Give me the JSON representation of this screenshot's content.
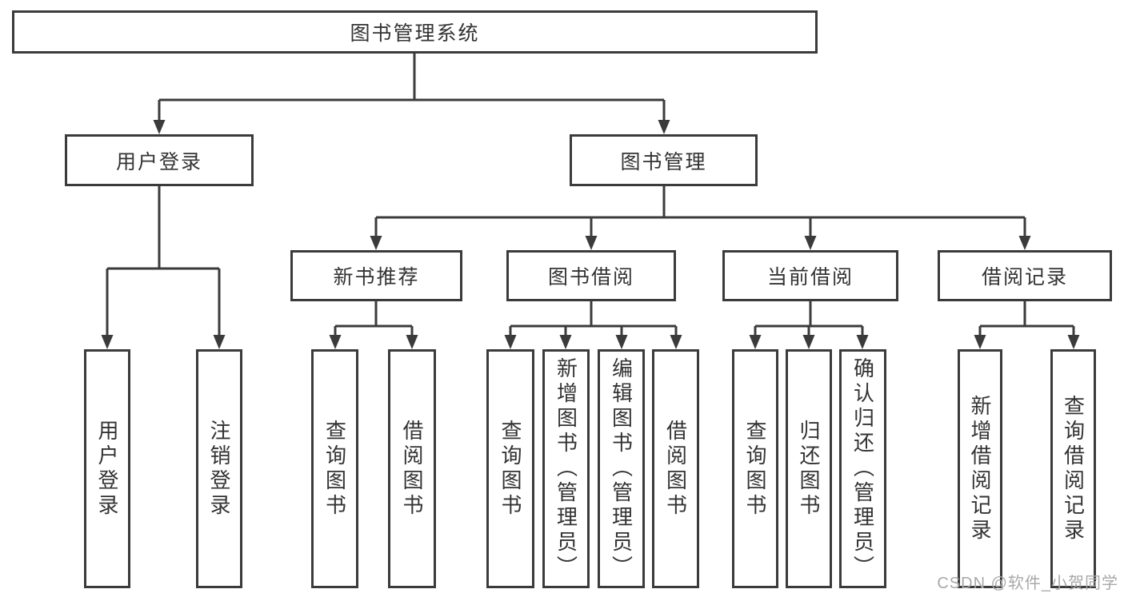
{
  "title": "图书管理系统",
  "watermark": "CSDN @软件_小贺同学",
  "nodes": {
    "root": "图书管理系统",
    "user_login": "用户登录",
    "book_mgmt": "图书管理",
    "new_book_rec": "新书推荐",
    "book_borrow": "图书借阅",
    "current_borrow": "当前借阅",
    "borrow_records": "借阅记录",
    "leaf_user_login": "用户登录",
    "leaf_logout": "注销登录",
    "leaf_query_book_rec": "查询图书",
    "leaf_borrow_book_rec": "借阅图书",
    "leaf_query_book_borrow": "查询图书",
    "leaf_add_book_admin": "新增图书（管理员）",
    "leaf_edit_book_admin": "编辑图书（管理员）",
    "leaf_borrow_book_borrow": "借阅图书",
    "leaf_query_book_current": "查询图书",
    "leaf_return_book": "归还图书",
    "leaf_confirm_return_admin": "确认归还（管理员）",
    "leaf_add_borrow_record": "新增借阅记录",
    "leaf_query_borrow_record": "查询借阅记录"
  },
  "hierarchy": {
    "图书管理系统": {
      "用户登录": [
        "用户登录",
        "注销登录"
      ],
      "图书管理": {
        "新书推荐": [
          "查询图书",
          "借阅图书"
        ],
        "图书借阅": [
          "查询图书",
          "新增图书（管理员）",
          "编辑图书（管理员）",
          "借阅图书"
        ],
        "当前借阅": [
          "查询图书",
          "归还图书",
          "确认归还（管理员）"
        ],
        "借阅记录": [
          "新增借阅记录",
          "查询借阅记录"
        ]
      }
    }
  }
}
